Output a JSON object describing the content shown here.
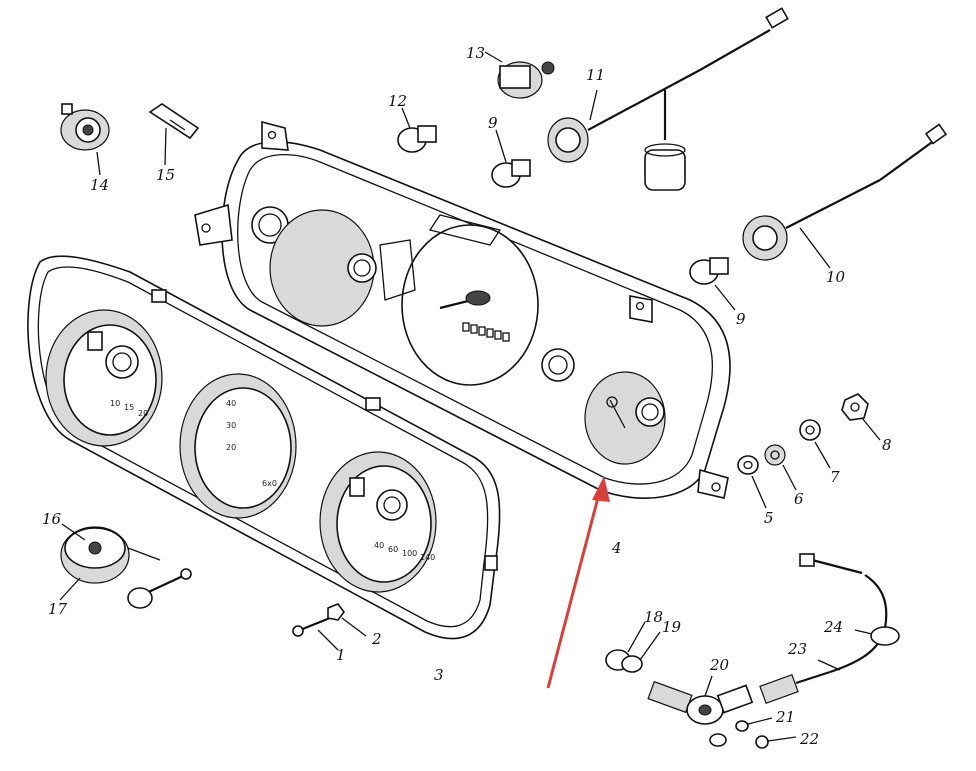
{
  "diagram": {
    "callouts": [
      {
        "id": "c1",
        "text": "1"
      },
      {
        "id": "c2",
        "text": "2"
      },
      {
        "id": "c3",
        "text": "3"
      },
      {
        "id": "c4",
        "text": "4"
      },
      {
        "id": "c5",
        "text": "5"
      },
      {
        "id": "c6",
        "text": "6"
      },
      {
        "id": "c7",
        "text": "7"
      },
      {
        "id": "c8",
        "text": "8"
      },
      {
        "id": "c9a",
        "text": "9"
      },
      {
        "id": "c9b",
        "text": "9"
      },
      {
        "id": "c10",
        "text": "10"
      },
      {
        "id": "c11",
        "text": "11"
      },
      {
        "id": "c12",
        "text": "12"
      },
      {
        "id": "c13",
        "text": "13"
      },
      {
        "id": "c14",
        "text": "14"
      },
      {
        "id": "c15",
        "text": "15"
      },
      {
        "id": "c16",
        "text": "16"
      },
      {
        "id": "c17",
        "text": "17"
      },
      {
        "id": "c18",
        "text": "18"
      },
      {
        "id": "c19",
        "text": "19"
      },
      {
        "id": "c20",
        "text": "20"
      },
      {
        "id": "c21",
        "text": "21"
      },
      {
        "id": "c22",
        "text": "22"
      },
      {
        "id": "c23",
        "text": "23"
      },
      {
        "id": "c24",
        "text": "24"
      }
    ],
    "gauge_marks": {
      "left": [
        "10",
        "15",
        "20"
      ],
      "middle": [
        "40",
        "30",
        "20",
        "6x0"
      ],
      "right": [
        "40",
        "60",
        "100",
        "140"
      ]
    },
    "arrow_color": "#d9403a",
    "line_color": "#111111"
  }
}
